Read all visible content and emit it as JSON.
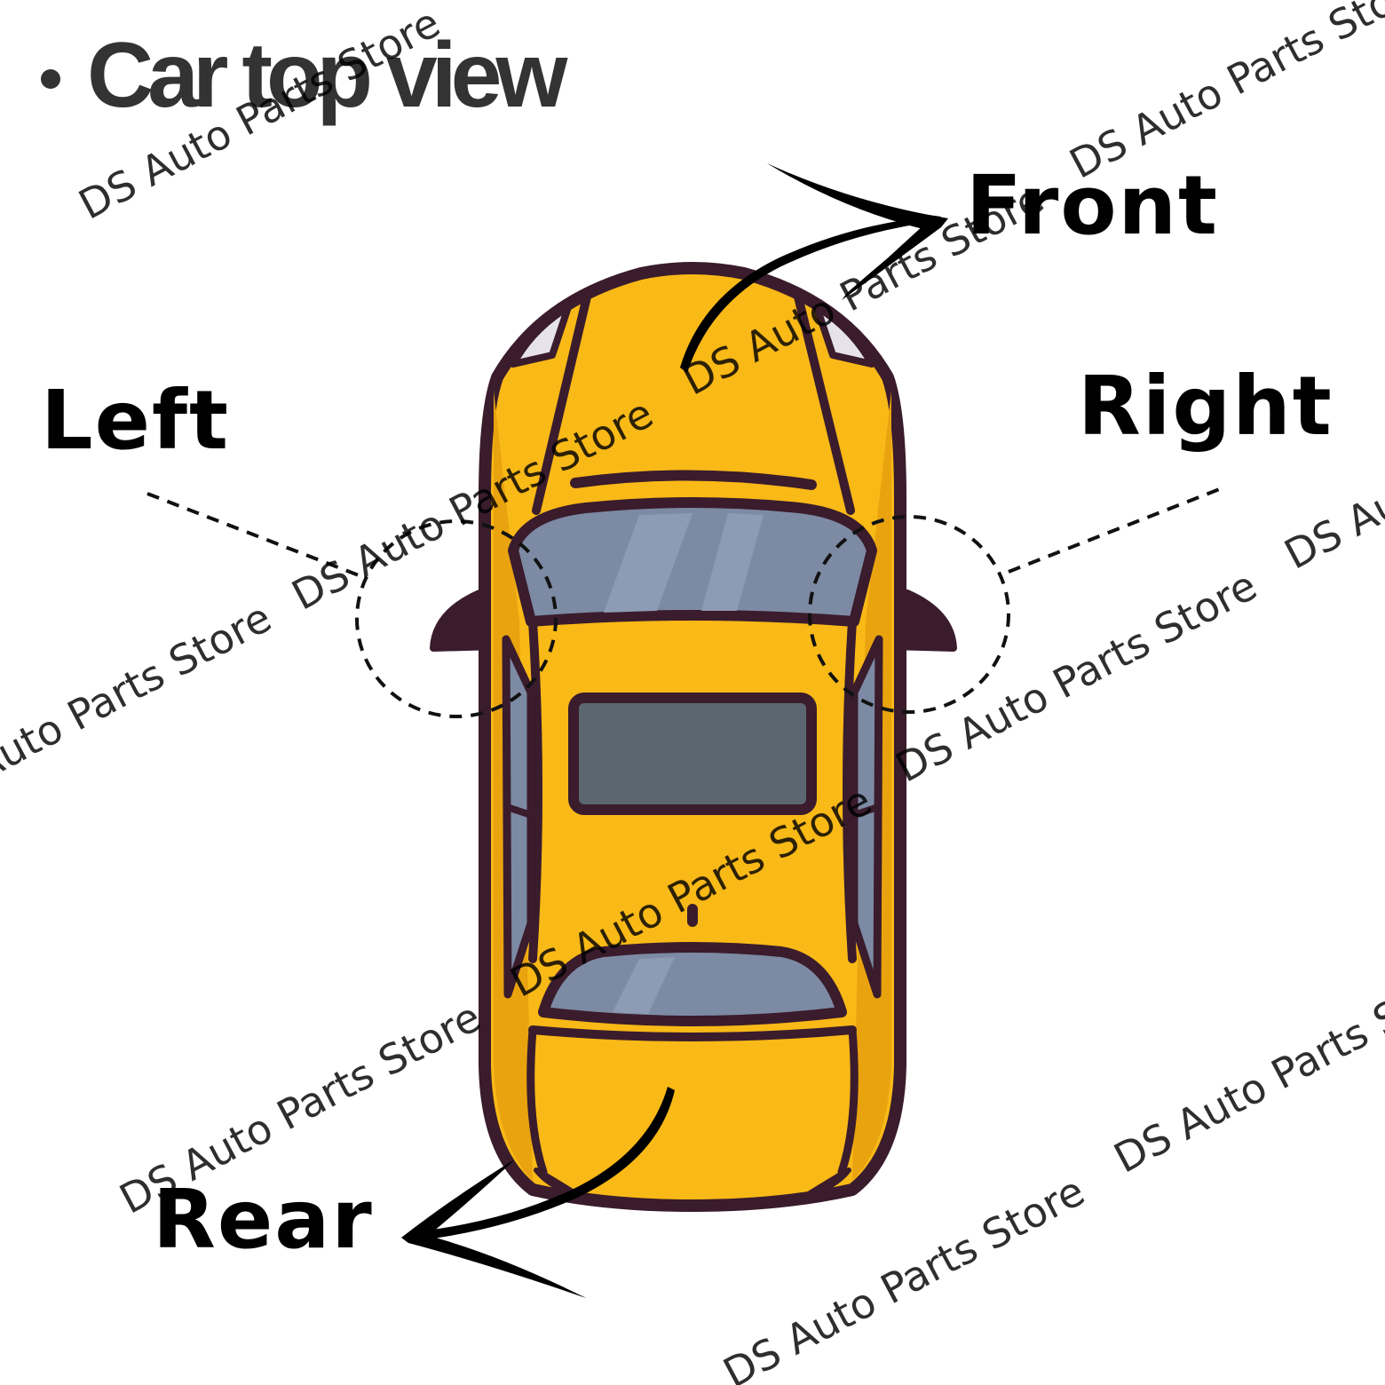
{
  "title": "Car top view",
  "labels": {
    "front": "Front",
    "left": "Left",
    "right": "Right",
    "rear": "Rear"
  },
  "watermark": "DS Auto Parts Store",
  "colors": {
    "body": "#f9b917",
    "outline": "#3a1c2c",
    "glass": "#7d8aa4",
    "roof_glass": "#5b6670",
    "tail_light": "#e0414a",
    "text": "#000000",
    "title": "#333333"
  },
  "icons": [
    "car-top-view-icon",
    "curved-arrow-front-icon",
    "curved-arrow-rear-icon"
  ]
}
